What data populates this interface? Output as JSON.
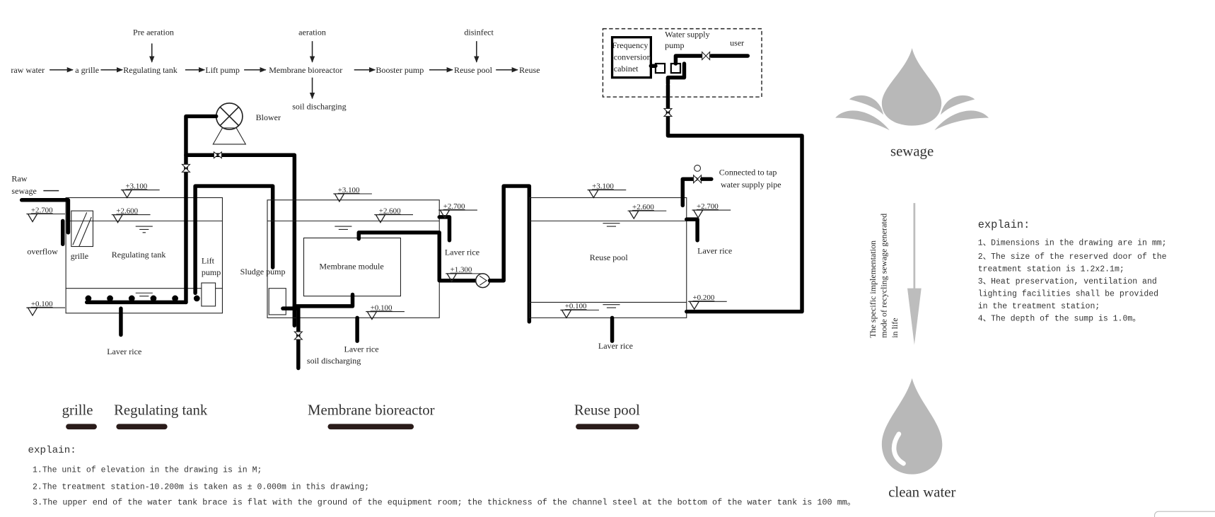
{
  "flow": {
    "steps": [
      "raw water",
      "a grille",
      "Regulating tank",
      "Lift pump",
      "Membrane bioreactor",
      "Booster pump",
      "Reuse pool",
      "Reuse"
    ],
    "inputs": [
      "Pre aeration",
      "aeration",
      "disinfect"
    ],
    "output": "soil discharging"
  },
  "labels": {
    "raw_sewage_1": "Raw",
    "raw_sewage_2": "sewage",
    "blower": "Blower",
    "overflow": "overflow",
    "grille": "grille",
    "regulating_tank": "Regulating tank",
    "lift_pump_1": "Lift",
    "lift_pump_2": "pump",
    "sludge_pump": "Sludge pump",
    "membrane_module": "Membrane module",
    "reuse_pool": "Reuse pool",
    "laver_rice": "Laver rice",
    "soil_discharging": "soil discharging",
    "tap_1": "Connected to tap",
    "tap_2": "water supply pipe",
    "freq_1": "Frequency",
    "freq_2": "conversion",
    "freq_3": "cabinet",
    "wsp_1": "Water supply",
    "wsp_2": "pump",
    "user": "user"
  },
  "elevations": [
    "+3.100",
    "+2.700",
    "+2.600",
    "+0.100",
    "+3.100",
    "+2.600",
    "+2.700",
    "+1.300",
    "+0.100",
    "+3.100",
    "+2.600",
    "+2.700",
    "+0.100",
    "+0.200"
  ],
  "legend": [
    "grille",
    "Regulating tank",
    "Membrane bioreactor",
    "Reuse pool"
  ],
  "legend_color": "#2a1c1a",
  "icon_color": "#b8b8b8",
  "right_panel": {
    "sewage": "sewage",
    "clean_water": "clean water",
    "vertical_1": "The specific implementation",
    "vertical_2": "mode of recycling sewage generated",
    "vertical_3": "in life",
    "explain_title": "explain:",
    "explain_lines": [
      "1、Dimensions in the drawing are in mm;",
      "2、The size of the reserved door of the",
      "treatment station is 1.2x2.1m;",
      "3、Heat preservation, ventilation and",
      "lighting facilities shall be provided",
      "in the treatment station;",
      "4、The depth of the sump is 1.0m。"
    ]
  },
  "bottom_explain": {
    "title": "explain:",
    "lines": [
      "1.The unit of elevation in the drawing is in M;",
      "2.The treatment station-10.200m is taken as ± 0.000m in this drawing;",
      "3.The upper end of the water tank brace is flat with the ground of the equipment room; the thickness of the channel steel at the bottom of the water tank is 100 mm。"
    ]
  }
}
